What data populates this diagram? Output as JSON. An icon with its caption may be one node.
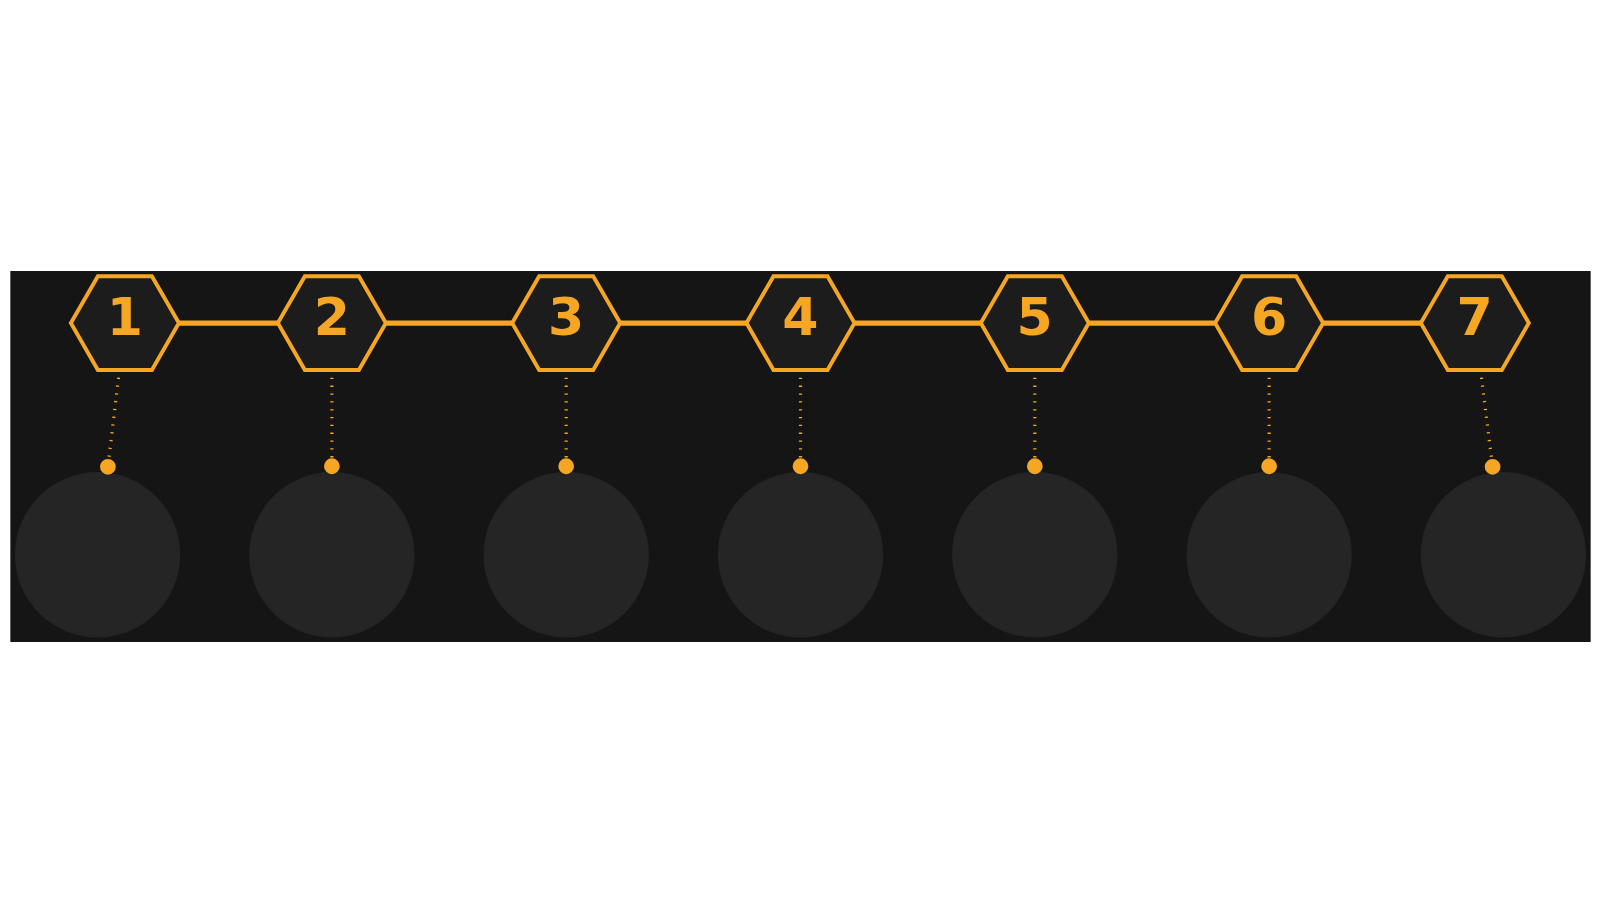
{
  "diagram": {
    "nodes": [
      {
        "text": [
          "1"
        ]
      },
      {
        "text": [
          "2"
        ]
      },
      {
        "text": [
          "3"
        ]
      },
      {
        "text": [
          "4"
        ]
      },
      {
        "text": [
          "5"
        ]
      },
      {
        "text": [
          "6"
        ]
      },
      {
        "text": [
          "7"
        ]
      },
      {
        "text": [],
        "shape": "circle"
      },
      {
        "text": [],
        "shape": "circle"
      },
      {
        "text": [],
        "shape": "circle"
      },
      {
        "text": [],
        "shape": "circle"
      },
      {
        "text": [],
        "shape": "circle"
      },
      {
        "text": [],
        "shape": "circle"
      },
      {
        "text": [],
        "shape": "circle"
      }
    ],
    "edges": [
      {
        "from": 0,
        "to": 1,
        "arrow": "none"
      },
      {
        "from": 1,
        "to": 2,
        "arrow": "none"
      },
      {
        "from": 2,
        "to": 3,
        "arrow": "none"
      },
      {
        "from": 3,
        "to": 4,
        "arrow": "none"
      },
      {
        "from": 4,
        "to": 5,
        "arrow": "none"
      },
      {
        "from": 5,
        "to": 6,
        "arrow": "none"
      },
      {
        "from": 0,
        "to": 7,
        "arrow": "other",
        "style": "dashed"
      },
      {
        "from": 1,
        "to": 8,
        "arrow": "other",
        "style": "dashed"
      },
      {
        "from": 2,
        "to": 9,
        "arrow": "other",
        "style": "dashed"
      },
      {
        "from": 3,
        "to": 10,
        "arrow": "other",
        "style": "dashed"
      },
      {
        "from": 4,
        "to": 11,
        "arrow": "other",
        "style": "dashed"
      },
      {
        "from": 5,
        "to": 12,
        "arrow": "other",
        "style": "dashed"
      },
      {
        "from": 6,
        "to": 13,
        "arrow": "other",
        "style": "dashed"
      }
    ]
  }
}
